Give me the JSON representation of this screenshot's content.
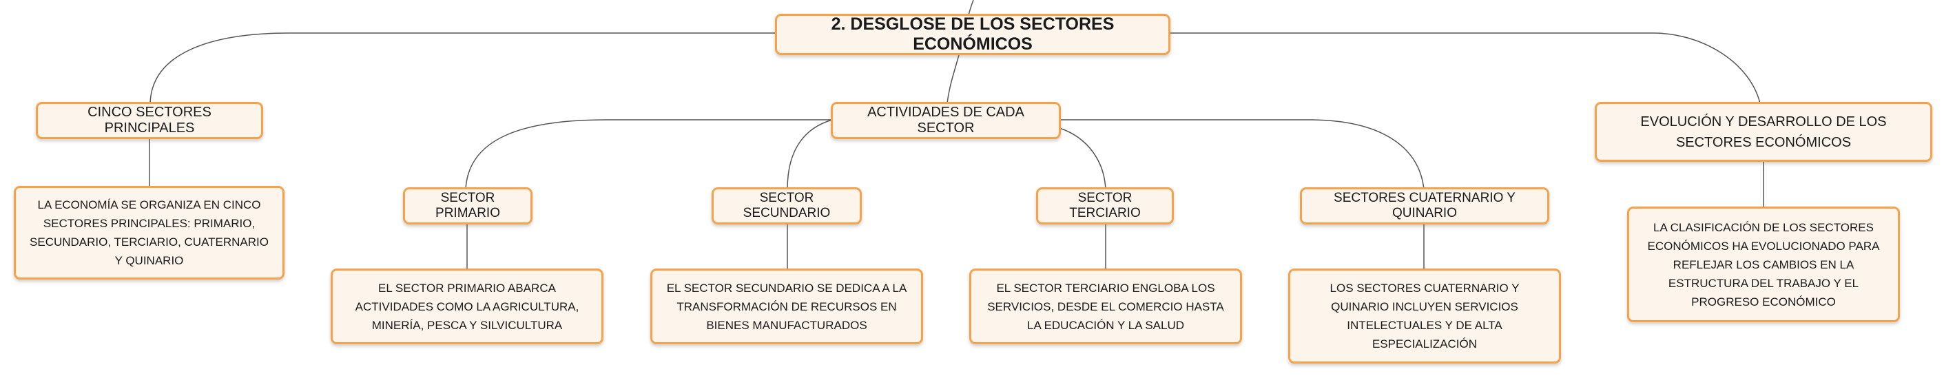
{
  "root": {
    "label": "2. DESGLOSE DE LOS SECTORES ECONÓMICOS"
  },
  "branches": {
    "cinco": {
      "label": "CINCO SECTORES PRINCIPALES",
      "detail": "LA ECONOMÍA SE ORGANIZA EN CINCO SECTORES PRINCIPALES: PRIMARIO, SECUNDARIO, TERCIARIO, CUATERNARIO Y QUINARIO"
    },
    "actividades": {
      "label": "ACTIVIDADES DE CADA SECTOR",
      "children": [
        {
          "label": "SECTOR PRIMARIO",
          "detail": "EL SECTOR PRIMARIO ABARCA ACTIVIDADES COMO LA AGRICULTURA, MINERÍA, PESCA Y SILVICULTURA"
        },
        {
          "label": "SECTOR SECUNDARIO",
          "detail": "EL SECTOR SECUNDARIO SE DEDICA A LA TRANSFORMACIÓN DE RECURSOS EN BIENES MANUFACTURADOS"
        },
        {
          "label": "SECTOR TERCIARIO",
          "detail": "EL SECTOR TERCIARIO ENGLOBA LOS SERVICIOS, DESDE EL COMERCIO HASTA LA EDUCACIÓN Y LA SALUD"
        },
        {
          "label": "SECTORES CUATERNARIO Y QUINARIO",
          "detail": "LOS SECTORES CUATERNARIO Y QUINARIO INCLUYEN SERVICIOS INTELECTUALES Y DE ALTA ESPECIALIZACIÓN"
        }
      ]
    },
    "evolucion": {
      "label": "EVOLUCIÓN Y DESARROLLO DE LOS SECTORES ECONÓMICOS",
      "detail": "LA CLASIFICACIÓN DE LOS SECTORES ECONÓMICOS HA EVOLUCIONADO PARA REFLEJAR LOS CAMBIOS EN LA ESTRUCTURA DEL TRABAJO Y EL PROGRESO ECONÓMICO"
    }
  }
}
